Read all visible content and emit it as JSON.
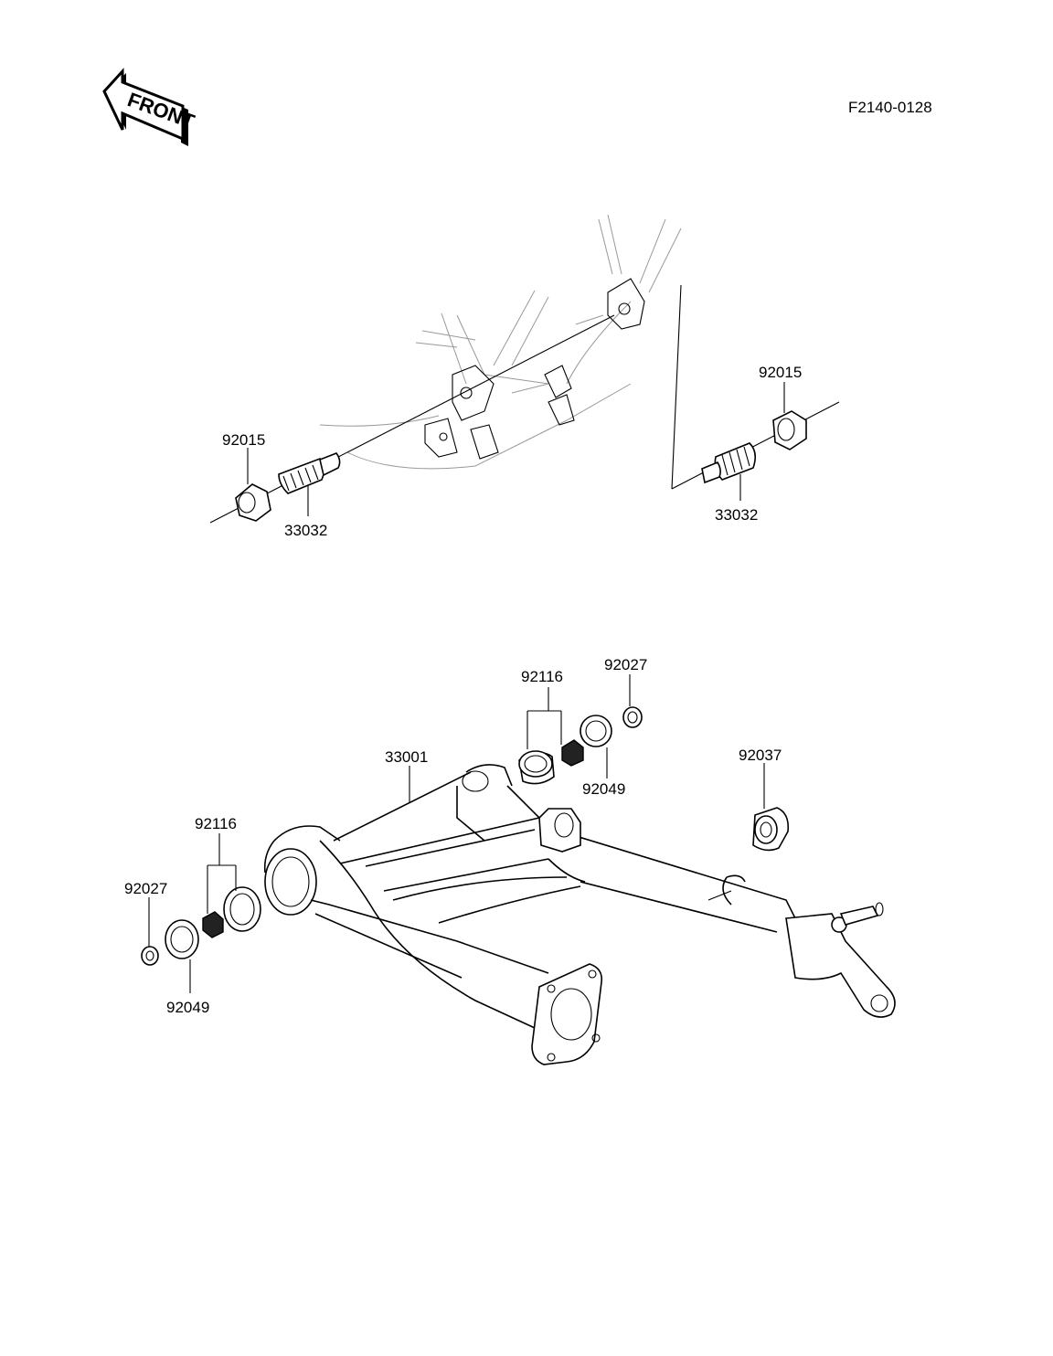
{
  "front_arrow": {
    "text": "FRONT"
  },
  "figure_id": "F2140-0128",
  "callouts": {
    "upper_left_nut": "92015",
    "upper_left_shaft": "33032",
    "upper_right_nut": "92015",
    "upper_right_shaft": "33032",
    "swingarm": "33001",
    "right_bearing": "92116",
    "right_cap": "92027",
    "right_seal": "92049",
    "right_collar": "92037",
    "left_bearing": "92116",
    "left_cap": "92027",
    "left_seal": "92049"
  }
}
